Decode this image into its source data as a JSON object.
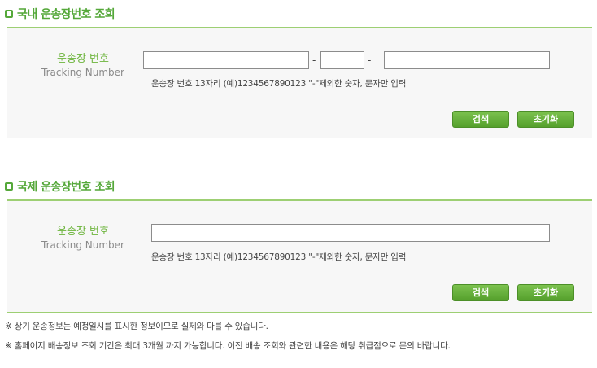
{
  "domestic": {
    "title": "국내 운송장번호 조회",
    "label_ko": "운송장 번호",
    "label_en": "Tracking Number",
    "dash_1": "-",
    "dash_2": "-",
    "input_1_value": "",
    "input_2_value": "",
    "input_3_value": "",
    "hint": "운송장 번호 13자리 (예)1234567890123 \"-\"제외한 숫자, 문자만 입력",
    "search_button": "검색",
    "reset_button": "초기화"
  },
  "international": {
    "title": "국제 운송장번호 조회",
    "label_ko": "운송장 번호",
    "label_en": "Tracking Number",
    "input_value": "",
    "hint": "운송장 번호 13자리 (예)1234567890123 \"-\"제외한 숫자, 문자만 입력",
    "search_button": "검색",
    "reset_button": "초기화"
  },
  "notes": [
    "※ 상기 운송정보는 예정일시를 표시한 정보이므로 실제와 다를 수 있습니다.",
    "※ 홈페이지 배송정보 조회 기간은 최대 3개월 까지 가능합니다. 이전 배송 조회와 관련한 내용은 해당 취급점으로 문의 바랍니다."
  ],
  "colors": {
    "accent": "#55a83a",
    "panel_bg": "#f7f7f7",
    "button_top": "#7cc24f",
    "button_bottom": "#55a02c"
  }
}
